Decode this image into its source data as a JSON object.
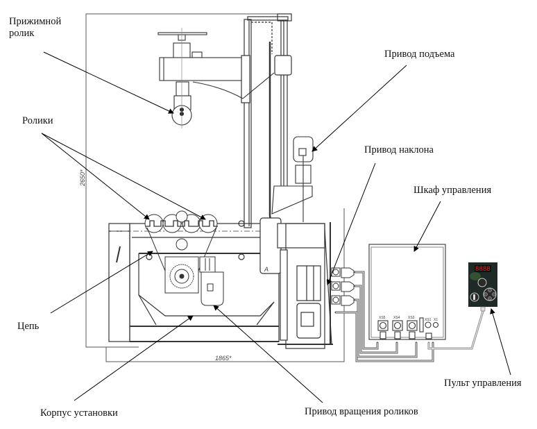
{
  "figure": {
    "type": "technical-drawing",
    "subject": "roller welding positioner with lifting column and control cabinet"
  },
  "callouts": [
    {
      "id": "pressure-roller",
      "lines": [
        "Прижимной",
        "ролик"
      ]
    },
    {
      "id": "rollers",
      "lines": [
        "Ролики"
      ]
    },
    {
      "id": "chain",
      "lines": [
        "Цепь"
      ]
    },
    {
      "id": "body",
      "lines": [
        "Корпус установки"
      ]
    },
    {
      "id": "lift-drive",
      "lines": [
        "Привод подъема"
      ]
    },
    {
      "id": "tilt-drive",
      "lines": [
        "Привод наклона"
      ]
    },
    {
      "id": "control-cabinet",
      "lines": [
        "Шкаф управления"
      ]
    },
    {
      "id": "control-pendant",
      "lines": [
        "Пульт управления"
      ]
    },
    {
      "id": "roller-rotation-drive",
      "lines": [
        "Привод вращения роликов"
      ]
    }
  ],
  "dimensions": {
    "height": "2650*",
    "width": "1865*",
    "section_mark": "A"
  },
  "cabinet_connectors": [
    "XS5",
    "XS4",
    "XS3",
    "XS1",
    "X1"
  ],
  "pendant": {
    "display": "8888",
    "display_color": "#e02020",
    "body_color": "#1e2a26"
  }
}
